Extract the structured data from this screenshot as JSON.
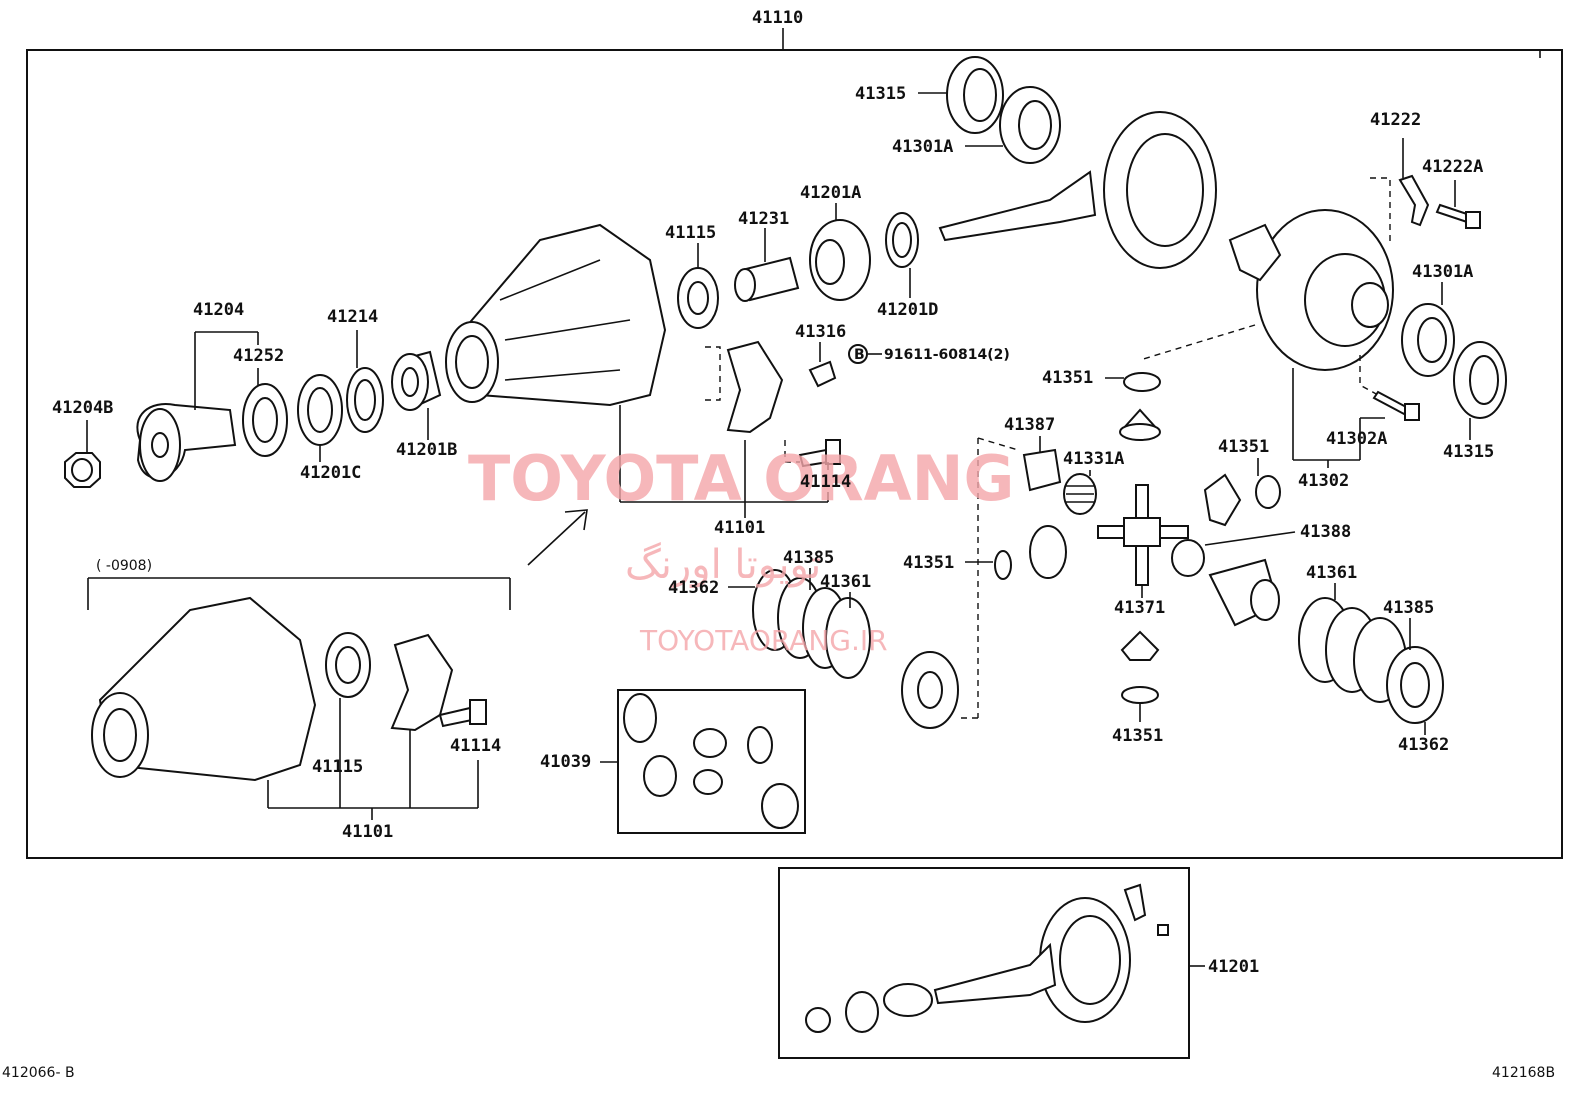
{
  "labels": {
    "top_assembly": "41110",
    "companion_flange": "41204",
    "companion_flange_nut": "41204B",
    "dust_deflector": "41252",
    "oil_seal": "41214",
    "spacer_c": "41201C",
    "bearing_b": "41201B",
    "oil_seal_carrier": "41115",
    "collapsible_spacer": "41231",
    "bearing_a": "41201A",
    "washer_d": "41201D",
    "carrier_bolt": "41114",
    "carrier": "41101",
    "bearing_cup_top": "41315",
    "bearing_top_a": "41301A",
    "adjusting_lock": "41316",
    "bolt_ref": "91611-60814(2)",
    "bolt_ref_marker": "B",
    "lock_plate": "41222",
    "lock_bolt": "41222A",
    "case_bearing_right": "41301A",
    "washer_side_1": "41351",
    "case": "41302",
    "case_bolt": "41302A",
    "bearing_cup_right": "41315",
    "pinion_gear": "41387",
    "spring": "41331A",
    "washer_side_2": "41351",
    "pin": "41388",
    "spring_plate": "41362",
    "disk": "41385",
    "plate": "41361",
    "washer_side_3": "41351",
    "cross_shaft": "41371",
    "washer_side_4": "41351",
    "right_plate": "41361",
    "right_disk": "41385",
    "right_spring_plate": "41362",
    "gear_kit": "41039",
    "date_range": "(      -0908)",
    "old_oil_seal": "41115",
    "old_bolt": "41114",
    "old_carrier": "41101",
    "ring_pinion_set": "41201"
  },
  "footer": {
    "left_code": "412066- B",
    "right_code": "412168B"
  },
  "watermark": {
    "line1": "TOYOTA ORANG",
    "line2": "تویوتا اورنگ",
    "line3": "TOYOTAORANG.IR"
  }
}
